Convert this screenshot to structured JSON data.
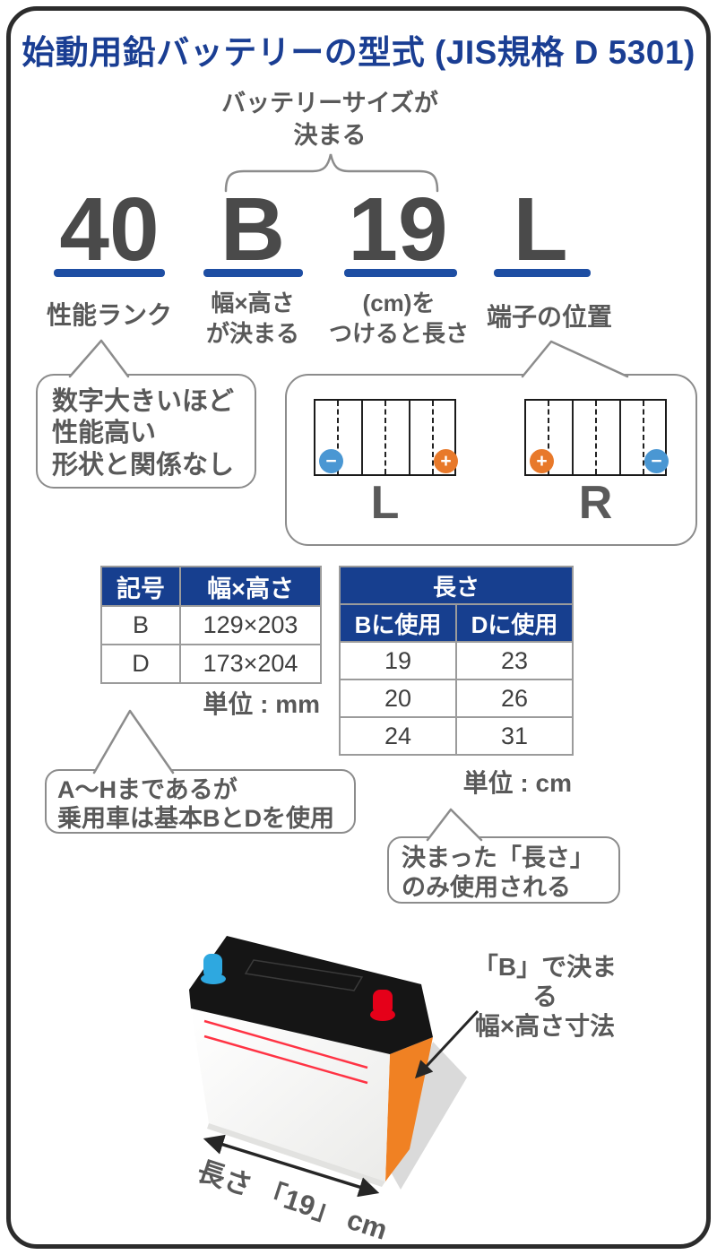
{
  "card": {
    "title": "始動用鉛バッテリーの型式 (JIS規格 D 5301)"
  },
  "size_note": {
    "lines": [
      "バッテリーサイズが",
      "決まる"
    ]
  },
  "code": {
    "segments": [
      {
        "char": "40",
        "label_lines": [
          "性能ランク"
        ]
      },
      {
        "char": "B",
        "label_lines": [
          "幅×高さ",
          "が決まる"
        ]
      },
      {
        "char": "19",
        "label_lines": [
          "(cm)を",
          "つけると長さ"
        ]
      },
      {
        "char": "L",
        "label_lines": [
          "端子の位置"
        ]
      }
    ]
  },
  "rank_callout": {
    "lines": [
      "数字大きいほど",
      "性能高い",
      "形状と関係なし"
    ]
  },
  "terminal_diagram": {
    "left": {
      "letter": "L",
      "left_terminal": "−",
      "right_terminal": "+"
    },
    "right": {
      "letter": "R",
      "left_terminal": "+",
      "right_terminal": "−"
    }
  },
  "size_table": {
    "headers": [
      "記号",
      "幅×高さ"
    ],
    "rows": [
      [
        "B",
        "129×203"
      ],
      [
        "D",
        "173×204"
      ]
    ],
    "unit": "単位 : mm"
  },
  "length_table": {
    "title": "長さ",
    "headers": [
      "Bに使用",
      "Dに使用"
    ],
    "rows": [
      [
        "19",
        "23"
      ],
      [
        "20",
        "26"
      ],
      [
        "24",
        "31"
      ]
    ],
    "unit": "単位 : cm"
  },
  "series_callout": {
    "lines": [
      "A〜Hまであるが",
      "乗用車は基本BとDを使用"
    ]
  },
  "length_callout": {
    "lines": [
      "決まった「長さ」",
      "のみ使用される"
    ]
  },
  "battery_figure": {
    "dimension_callout_lines": [
      "「B」で決まる",
      "幅×高さ寸法"
    ],
    "length_label": "長さ 「19」 cm"
  },
  "colors": {
    "navy": "#1a3e93",
    "underline_blue": "#1e4ea3",
    "text_gray": "#595959",
    "plus_orange": "#e8792a",
    "minus_blue": "#4a97d3",
    "battery_side_orange": "#f08123",
    "terminal_red": "#e50019",
    "terminal_blue": "#2ea8e0",
    "stripe_red": "#ff3344"
  }
}
